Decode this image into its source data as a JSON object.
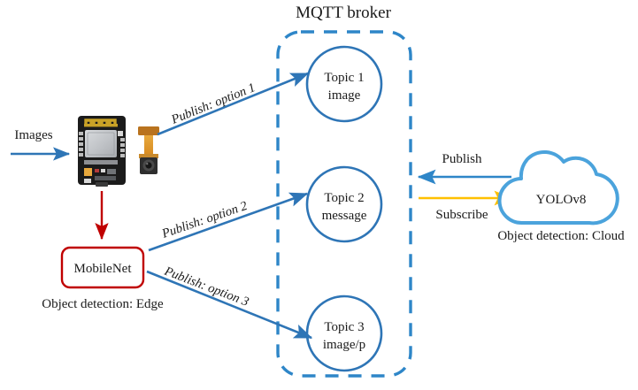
{
  "diagram": {
    "title": "MQTT broker",
    "broker_box": {
      "style": "dashed-rounded-rectangle",
      "color": "#2E86C8"
    },
    "topics": [
      {
        "name": "topic-1",
        "line1": "Topic 1",
        "line2": "image",
        "color": "#2E75B6"
      },
      {
        "name": "topic-2",
        "line1": "Topic 2",
        "line2": "message",
        "color": "#2E75B6"
      },
      {
        "name": "topic-3",
        "line1": "Topic 3",
        "line2": "image/p",
        "color": "#2E75B6"
      }
    ],
    "source": {
      "label": "Images",
      "arrow_color": "#2E75B6"
    },
    "device": {
      "name": "esp32-cam-board",
      "board_color": "#1b1b1b",
      "antenna_color": "#c9a227",
      "shield_color": "#c8cace",
      "camera_cable_color": "#e59a2f"
    },
    "edge_device_arrow": {
      "label": "",
      "color": "#C00000"
    },
    "edge_model": {
      "label": "MobileNet",
      "caption": "Object detection: Edge",
      "border_color": "#C00000"
    },
    "publish_edges": [
      {
        "name": "publish-option-1",
        "label": "Publish: option 1",
        "color": "#2E75B6"
      },
      {
        "name": "publish-option-2",
        "label": "Publish: option 2",
        "color": "#2E75B6"
      },
      {
        "name": "publish-option-3",
        "label": "Publish: option 3",
        "color": "#2E75B6"
      }
    ],
    "cloud": {
      "label": "YOLOv8",
      "caption": "Object detection: Cloud",
      "outline_color": "#4BA3DC"
    },
    "cloud_edges": [
      {
        "name": "publish-arrow",
        "label": "Publish",
        "color": "#2E86C8",
        "direction": "left"
      },
      {
        "name": "subscribe-arrow",
        "label": "Subscribe",
        "color": "#FFC000",
        "direction": "right"
      }
    ]
  }
}
